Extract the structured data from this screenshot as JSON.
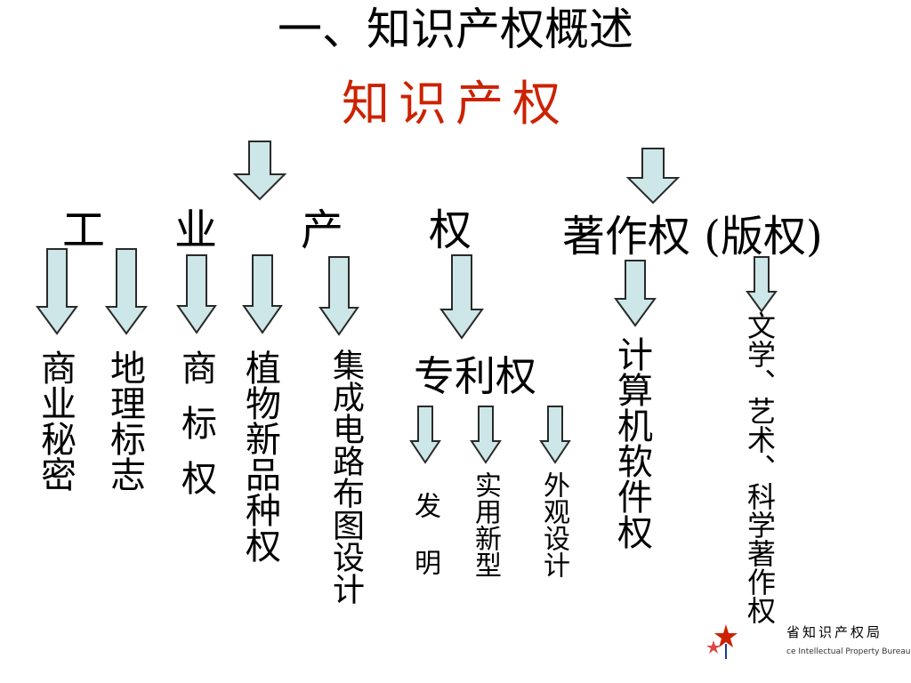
{
  "title": "一、知识产权概述",
  "subtitle": "知识产权",
  "branches": {
    "industrial": [
      "工",
      "业",
      "产",
      "权"
    ],
    "copyright": "著作权 (版权)"
  },
  "industrial_items": {
    "trade_secret": "商业秘密",
    "geo_indication": "地理标志",
    "trademark": "商标权",
    "plant_variety": "植物新品种权",
    "ic_layout": "集成电路布图设计",
    "patent": "专利权"
  },
  "patent_items": {
    "invention": "发明",
    "utility_model": "实用新型",
    "design": "外观设计"
  },
  "copyright_items": {
    "software": "计算机软件权",
    "works": "文学、艺术、科学著作权"
  },
  "footer": {
    "org": "省知识产权局",
    "org_en": "ce Intellectual Property Bureau"
  },
  "colors": {
    "subtitle": "#cc2200",
    "arrow_fill": "#cde6e8"
  }
}
